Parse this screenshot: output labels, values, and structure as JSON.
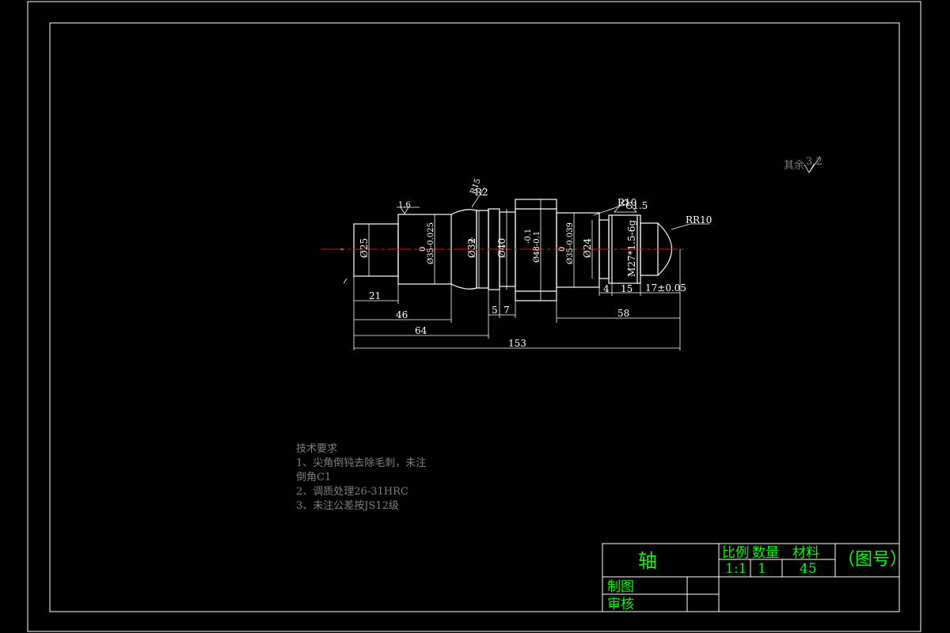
{
  "dimensions": {
    "d25": "Ø25",
    "d35_tol_top": "0",
    "d35": "Ø35-0.025",
    "d32": "Ø32",
    "d40": "Ø40",
    "d48_tol": "-0.1",
    "d48": "Ø48-0.1",
    "d35b_tol_top": "0",
    "d35b": "Ø35-0.039",
    "d24": "Ø24",
    "thread": "M27*1.5-6g",
    "roughness_1_6": "1.6",
    "r15": "R15",
    "r2": "R2",
    "r10_top": "R10",
    "c1_5": "C1.5",
    "rr10": "RR10",
    "len_21": "21",
    "len_46": "46",
    "len_64": "64",
    "len_153": "153",
    "len_5": "5",
    "len_7": "7",
    "len_58": "58",
    "len_4": "4",
    "len_15": "15",
    "len_17": "17±0.05"
  },
  "roughness_rest": {
    "label": "其余",
    "value": "3.2"
  },
  "tech_requirements": {
    "title": "技术要求",
    "line1": "1、尖角倒钝去除毛刺，未注",
    "line2": "倒角C1",
    "line3": "2、调质处理26-31HRC",
    "line4": "3、未注公差按JS12级"
  },
  "title_block": {
    "part_name": "轴",
    "scale_header": "比例",
    "qty_header": "数量",
    "material_header": "材料",
    "scale": "1:1",
    "qty": "1",
    "material": "45",
    "drawing_no": "（图号）",
    "drawn_by": "制图",
    "checked_by": "审核"
  },
  "colors": {
    "background": "#000000",
    "lines": "#ffffff",
    "centerline": "#ff0000",
    "titleblock_text": "#00ff00",
    "notes_text": "#7f7f7f"
  }
}
